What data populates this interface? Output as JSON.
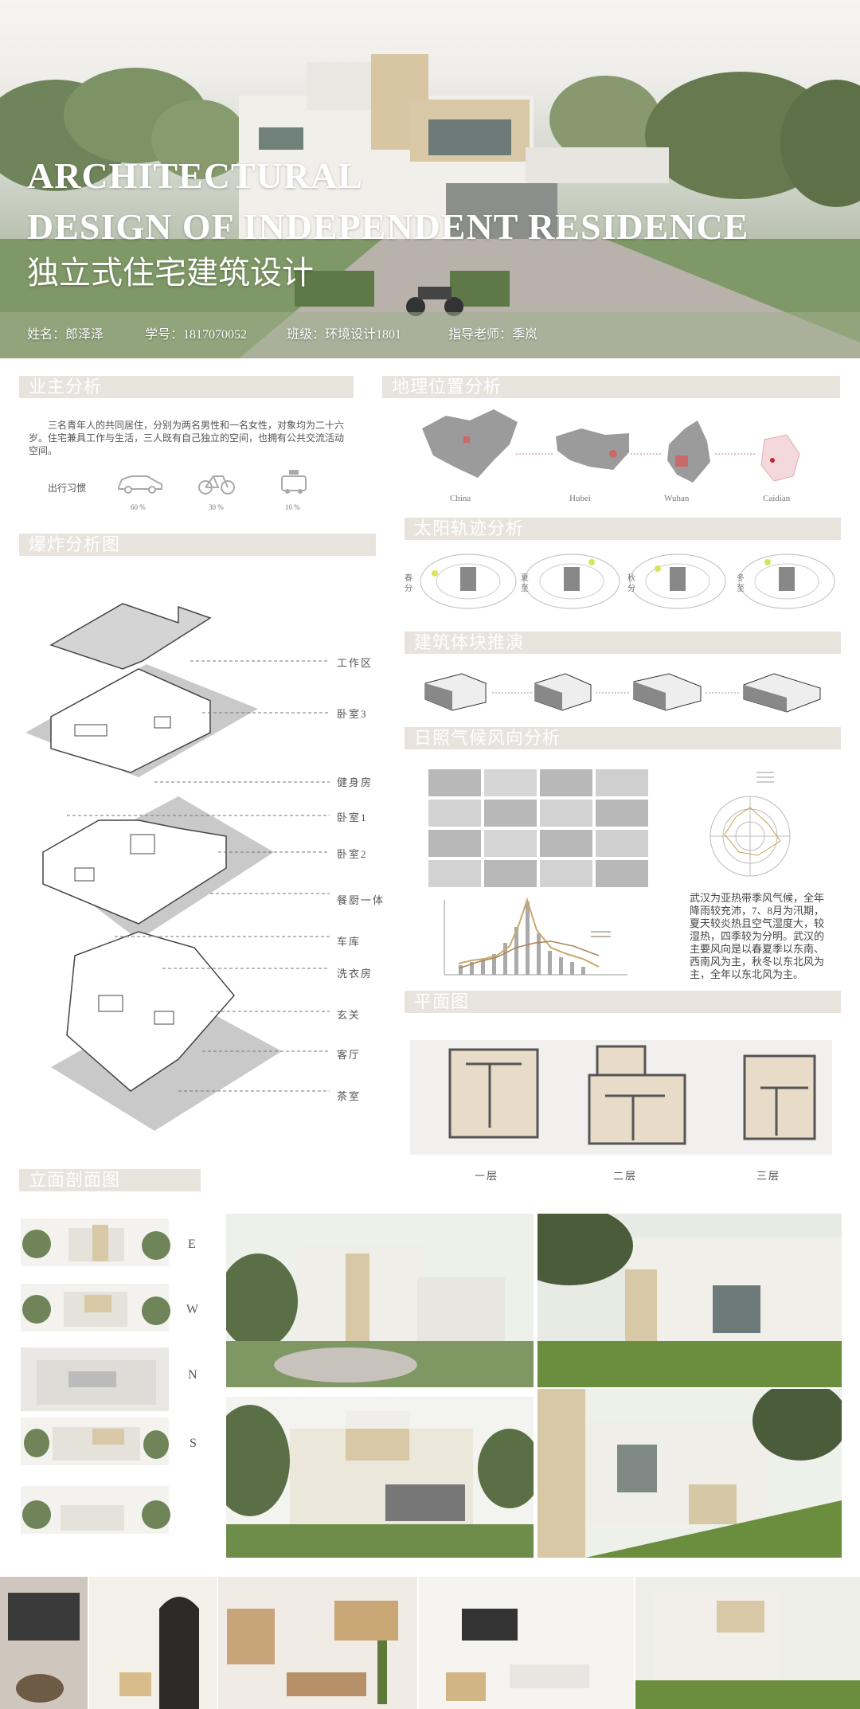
{
  "hero": {
    "title_line1": "ARCHITECTURAL",
    "title_line2": "DESIGN OF INDEPENDENT RESIDENCE",
    "title_cn": "独立式住宅建筑设计",
    "name": "姓名：郎泽泽",
    "student_id": "学号：1817070052",
    "class": "班级：环境设计1801",
    "advisor": "指导老师：季岚"
  },
  "owner": {
    "title": "业主分析",
    "text": "三名青年人的共同居住，分别为两名男性和一名女性，对象均为二十六岁。住宅兼具工作与生活，三人既有自己独立的空间，也拥有公共交流活动空间。",
    "habit_label": "出行习惯",
    "modes": [
      {
        "icon": "car-icon",
        "percent": "60 %"
      },
      {
        "icon": "bicycle-icon",
        "percent": "30 %"
      },
      {
        "icon": "taxi-icon",
        "percent": "10 %"
      }
    ]
  },
  "location": {
    "title": "地理位置分析",
    "maps": [
      "China",
      "Hubei",
      "Wuhan",
      "Caidian"
    ]
  },
  "explode": {
    "title": "爆炸分析图",
    "labels": [
      "工作区",
      "卧室3",
      "健身房",
      "卧室1",
      "卧室2",
      "餐厨一体",
      "车库",
      "洗衣房",
      "玄关",
      "客厅",
      "茶室"
    ]
  },
  "sun": {
    "title": "太阳轨迹分析",
    "seasons": [
      "春分",
      "夏至",
      "秋分",
      "冬至"
    ]
  },
  "massing": {
    "title": "建筑体块推演"
  },
  "climate": {
    "title": "日照气候风向分析",
    "text": "武汉为亚热带季风气候，全年降雨较充沛，7、8月为汛期，夏天较炎热且空气湿度大，较湿热，四季较为分明。武汉的主要风向是以春夏季以东南、西南风为主，秋冬以东北风为主，全年以东北风为主。"
  },
  "plan": {
    "title": "平面图",
    "floors": [
      "一层",
      "二层",
      "三层"
    ]
  },
  "elevation": {
    "title": "立面剖面图",
    "dirs": [
      "E",
      "W",
      "N",
      "S"
    ]
  },
  "colors": {
    "section_bg": "#e8e3dd",
    "wood": "#d9c9a8",
    "grass": "#5b7a3a"
  }
}
